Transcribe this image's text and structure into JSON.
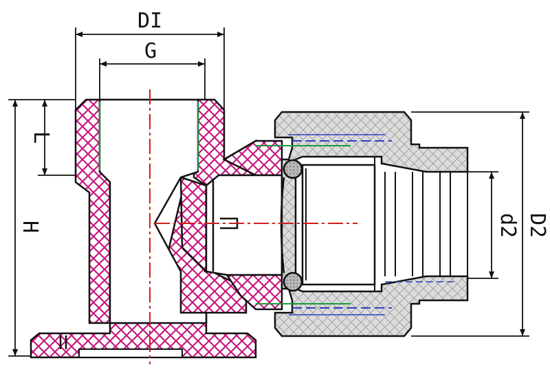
{
  "labels": {
    "d1": "DI",
    "g": "G",
    "l": "L",
    "h": "H",
    "d2_inner": "d2",
    "d2_outer": "D2"
  },
  "colors": {
    "background": "#ffffff",
    "outline": "#111111",
    "hatch": "#c6187f",
    "centerline": "#d21c1c",
    "nut_fill": "#d9d9d9",
    "thread_green": "#1a9a3c",
    "thread_blue": "#2a3fc0",
    "oring_fill": "#bdbdbd"
  }
}
